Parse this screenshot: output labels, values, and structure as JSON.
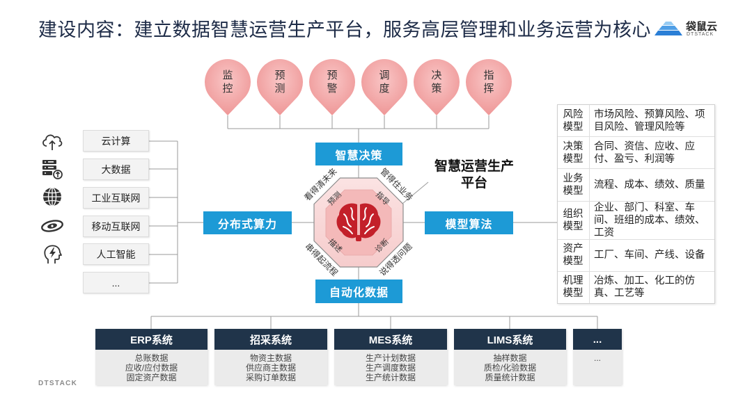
{
  "title": "建设内容：建立数据智慧运营生产平台，服务高层管理和业务运营为核心",
  "logo": {
    "name": "袋鼠云",
    "sub": "DTSTACK",
    "icon": "cloud-logo-icon"
  },
  "footer": "DTSTACK",
  "pins": [
    "监控",
    "预测",
    "预警",
    "调度",
    "决策",
    "指挥"
  ],
  "hub": {
    "top": "智慧决策",
    "bottom": "自动化数据",
    "left": "分布式算力",
    "right": "模型算法",
    "platform_label": "智慧运营生产平台",
    "center_icon": "brain-icon",
    "outer_labels": {
      "top_left": "看得清未来",
      "top_right": "管得住业务",
      "bottom_left": "串得起流程",
      "bottom_right": "说得透问题"
    },
    "inner_labels": {
      "top_left": "预测",
      "top_right": "指导",
      "bottom_left": "描述",
      "bottom_right": "诊断"
    }
  },
  "capabilities": [
    {
      "label": "云计算",
      "icon": "cloud-upload-icon"
    },
    {
      "label": "大数据",
      "icon": "server-upload-icon"
    },
    {
      "label": "工业互联网",
      "icon": "globe-icon"
    },
    {
      "label": "移动互联网",
      "icon": "orbit-icon"
    },
    {
      "label": "人工智能",
      "icon": "head-lightning-icon"
    },
    {
      "label": "..."
    }
  ],
  "models": [
    {
      "name": "风险模型",
      "desc": "市场风险、预算风险、项目风险、管理风险等"
    },
    {
      "name": "决策模型",
      "desc": "合同、资信、应收、应付、盈亏、利润等"
    },
    {
      "name": "业务模型",
      "desc": "流程、成本、绩效、质量"
    },
    {
      "name": "组织模型",
      "desc": "企业、部门、科室、车间、班组的成本、绩效、工资"
    },
    {
      "name": "资产模型",
      "desc": "工厂、车间、产线、设备"
    },
    {
      "name": "机理模型",
      "desc": "冶炼、加工、化工的仿真、工艺等"
    }
  ],
  "systems": [
    {
      "name": "ERP系统",
      "items": [
        "总账数据",
        "应收/应付数据",
        "固定资产数据"
      ]
    },
    {
      "name": "招采系统",
      "items": [
        "物资主数据",
        "供应商主数据",
        "采购订单数据"
      ]
    },
    {
      "name": "MES系统",
      "items": [
        "生产计划数据",
        "生产调度数据",
        "生产统计数据"
      ]
    },
    {
      "name": "LIMS系统",
      "items": [
        "抽样数据",
        "质检/化验数据",
        "质量统计数据"
      ]
    },
    {
      "name": "...",
      "items": [
        "..."
      ]
    }
  ],
  "colors": {
    "accent": "#1d9ad6",
    "pin": "#ef9a9a",
    "system_header": "#20344a",
    "brain": "#c3202a",
    "title": "#1d2b47"
  }
}
